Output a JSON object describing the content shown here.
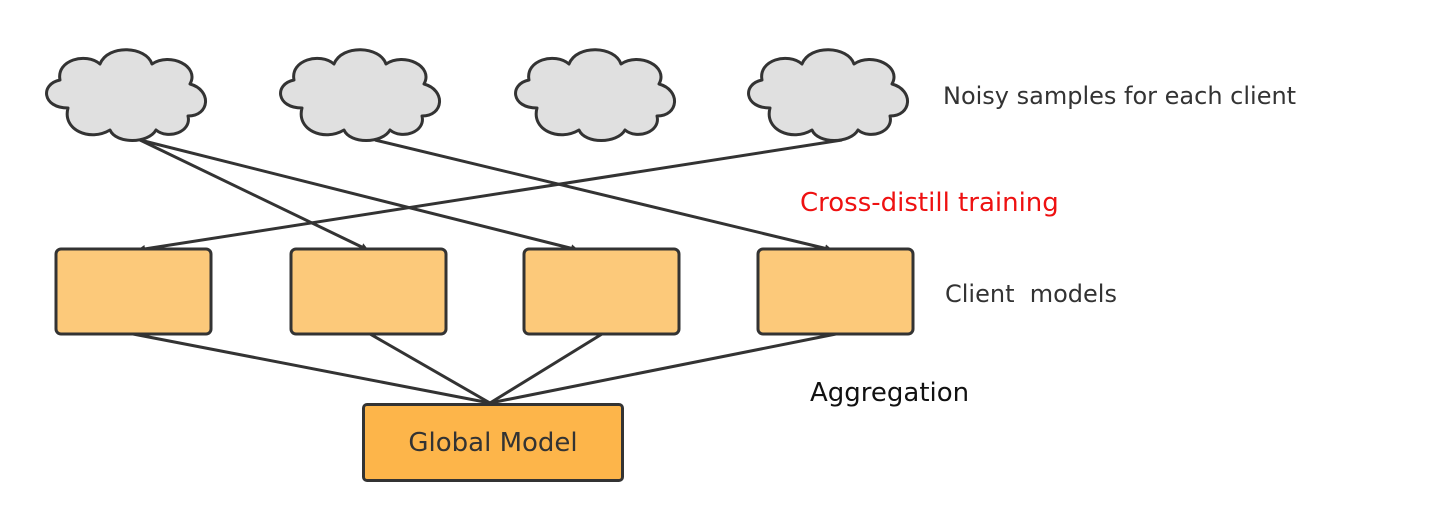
{
  "labels": {
    "noisy_samples": "Noisy samples for each client",
    "cross_distill": "Cross-distill training",
    "client_models": "Client  models",
    "aggregation": "Aggregation",
    "global_model": "Global Model"
  },
  "colors": {
    "cloud_fill": "#e0e0e0",
    "client_fill": "#fcc97a",
    "global_fill": "#fdb54a",
    "stroke": "#333333",
    "highlight_text": "#ee1111"
  },
  "cloud_count": 4,
  "client_count": 4,
  "cross_distill_edges": [
    {
      "from": "cloud-1",
      "to": "client-2"
    },
    {
      "from": "cloud-1",
      "to": "client-3"
    },
    {
      "from": "cloud-2",
      "to": "client-4"
    },
    {
      "from": "cloud-4",
      "to": "client-1"
    }
  ],
  "aggregation_edges": [
    {
      "from": "client-1",
      "to": "global-model"
    },
    {
      "from": "client-2",
      "to": "global-model"
    },
    {
      "from": "client-3",
      "to": "global-model"
    },
    {
      "from": "client-4",
      "to": "global-model"
    }
  ]
}
